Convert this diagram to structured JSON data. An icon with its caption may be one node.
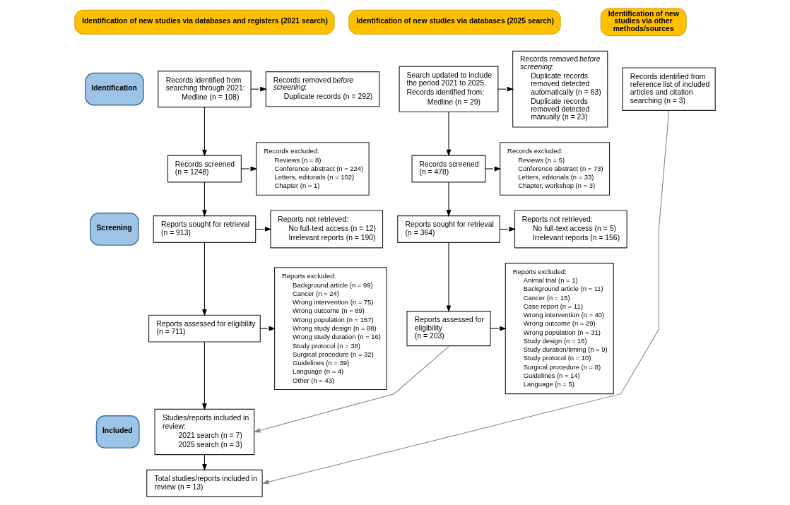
{
  "diagram": {
    "nodes": [
      {
        "text": [
          "Identification of new studies via databases and registers (2021 search)"
        ]
      },
      {
        "text": [
          "Identification of new studies via databases (2025 search)"
        ]
      },
      {
        "text": [
          "Identification of new studies via other methods/sources"
        ]
      },
      {
        "text": [
          "Identification"
        ]
      },
      {
        "text": [
          "Screening"
        ]
      },
      {
        "text": [
          "Included"
        ]
      },
      {
        "text": [
          "Records identified from searching through 2021:",
          "Medline (n = 108)"
        ]
      },
      {
        "text": [
          "Records removed *before screening*:",
          "Duplicate records (n = 292)"
        ]
      },
      {
        "text": [
          "Records screened (n = 1248)"
        ]
      },
      {
        "text": [
          "Records excluded:",
          "Reviews (n = 8)",
          "Conference abstract (n = 224)",
          "Letters, editorials (n = 102)",
          "Chapter (n = 1)"
        ]
      },
      {
        "text": [
          "Reports sought for retrieval (n = 913)"
        ]
      },
      {
        "text": [
          "Reports not retrieved:",
          "No full-text access (n = 12)",
          "Irrelevant reports (n = 190)"
        ]
      },
      {
        "text": [
          "Reports assessed for eligibility (n = 711)"
        ]
      },
      {
        "text": [
          "Reports excluded:",
          "Background article (n = 99)",
          "Cancer (n = 24)",
          "Wrong intervention (n = 75)",
          "Wrong outcome (n = 89)",
          "Wrong population (n = 157)",
          "Wrong study design (n = 88)",
          "Wrong study duration (n = 16)",
          "Study protocol (n = 38)",
          "Surgical procedure (n = 32)",
          "Guidelines (n = 39)",
          "Language (n = 4)",
          "Other (n = 43)"
        ]
      },
      {
        "text": [
          "Studies/reports included in review:",
          "2021 search (n = 7)",
          "2025 search (n = 3)"
        ]
      },
      {
        "text": [
          "Total studies/reports included in review (n = 13)"
        ]
      },
      {
        "text": [
          "Search updated to include the period 2021 to 2025.",
          "Records identified from:",
          "Medline (n = 29)"
        ]
      },
      {
        "text": [
          "Records removed *before screening*:",
          "Duplicate records removed detected automatically (n = 63)",
          "Duplicate records removed detected manually (n = 23)"
        ]
      },
      {
        "text": [
          "Records screened (n = 478)"
        ]
      },
      {
        "text": [
          "Records excluded:",
          "Reviews (n = 5)",
          "Conference abstract (n = 73)",
          "Letters, editorials (n = 33)",
          "Chapter, workshop (n = 3)"
        ]
      },
      {
        "text": [
          "Reports sought for retrieval (n = 364)"
        ]
      },
      {
        "text": [
          "Reports not retrieved:",
          "No full-text access (n = 5)",
          "Irrelevant reports (n = 156)"
        ]
      },
      {
        "text": [
          "Reports assessed for eligibility (n = 203)"
        ]
      },
      {
        "text": [
          "Reports excluded:",
          "Animal trial (n = 1)",
          "Background article (n = 11)",
          "Cancer (n = 15)",
          "Case report (n = 11)",
          "Wrong intervention (n = 40)",
          "Wrong outcome (n = 29)",
          "Wrong population (n = 31)",
          "Study design (n = 16)",
          "Study duration/timing (n = 9)",
          "Study protocol (n = 10)",
          "Surgical procedure (n = 8)",
          "Guidelines (n = 14)",
          "Language (n = 5)"
        ]
      },
      {
        "text": [
          "Records identified from reference list of included articles and citation searching (n = 3)"
        ]
      }
    ],
    "edges": [
      {
        "from": 6,
        "to": 7,
        "arrow": "to"
      },
      {
        "from": 6,
        "to": 8,
        "arrow": "to"
      },
      {
        "from": 8,
        "to": 9,
        "arrow": "to"
      },
      {
        "from": 8,
        "to": 10,
        "arrow": "to"
      },
      {
        "from": 10,
        "to": 11,
        "arrow": "to"
      },
      {
        "from": 10,
        "to": 12,
        "arrow": "to"
      },
      {
        "from": 12,
        "to": 13,
        "arrow": "to"
      },
      {
        "from": 12,
        "to": 14,
        "arrow": "to"
      },
      {
        "from": 14,
        "to": 15,
        "arrow": "to"
      },
      {
        "from": 16,
        "to": 17,
        "arrow": "to"
      },
      {
        "from": 16,
        "to": 18,
        "arrow": "to"
      },
      {
        "from": 18,
        "to": 19,
        "arrow": "to"
      },
      {
        "from": 18,
        "to": 20,
        "arrow": "to"
      },
      {
        "from": 20,
        "to": 21,
        "arrow": "to"
      },
      {
        "from": 20,
        "to": 22,
        "arrow": "to"
      },
      {
        "from": 22,
        "to": 23,
        "arrow": "to"
      },
      {
        "from": 22,
        "to": 14,
        "arrow": "to",
        "color": "#808080"
      },
      {
        "from": 24,
        "to": 15,
        "arrow": "to",
        "color": "#808080"
      }
    ]
  }
}
